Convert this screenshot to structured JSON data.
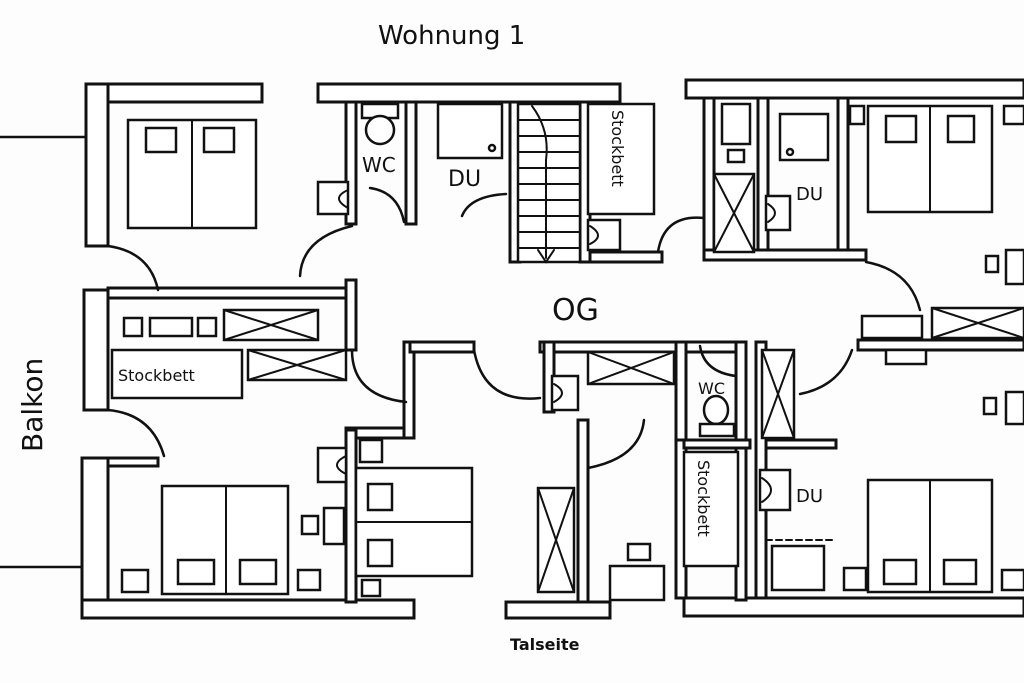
{
  "title": "Wohnung 1",
  "floor": "OG",
  "side_label": "Balkon",
  "bottom_label": "Talseite",
  "rooms": {
    "wc_top": "WC",
    "du_top_left": "DU",
    "stockbett_stair": "Stockbett",
    "du_top_right": "DU",
    "stockbett_left": "Stockbett",
    "wc_bottom": "WC",
    "stockbett_bottom": "Stockbett",
    "du_bottom_right": "DU"
  }
}
